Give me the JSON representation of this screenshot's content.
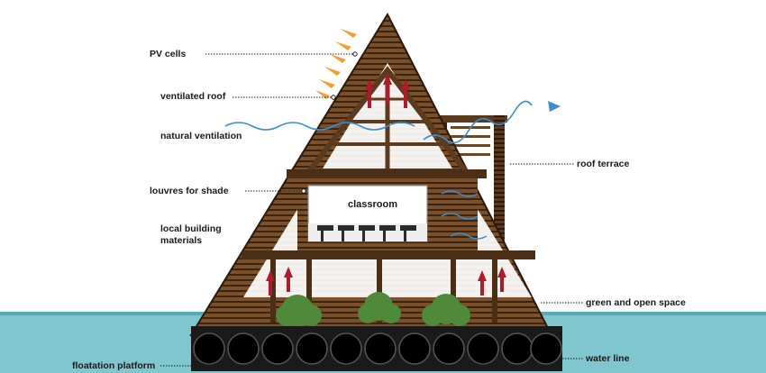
{
  "labels": {
    "pv_cells": "PV cells",
    "ventilated_roof": "ventilated roof",
    "natural_ventilation": "natural ventilation",
    "louvres": "louvres for shade",
    "local_materials_line1": "local building",
    "local_materials_line2": "materials",
    "classroom": "classroom",
    "roof_terrace": "roof terrace",
    "green_space": "green and open space",
    "water_line": "water line",
    "floatation_platform": "floatation platform"
  },
  "colors": {
    "water": "#7fc6cf",
    "water_dark": "#5aa9b5",
    "timber": "#5b3a1e",
    "timber_dark": "#3a2412",
    "sun_arrow": "#f0a030",
    "air_arrow": "#b3192b",
    "breeze": "#3b8ed0",
    "foliage": "#4f8a3a"
  }
}
